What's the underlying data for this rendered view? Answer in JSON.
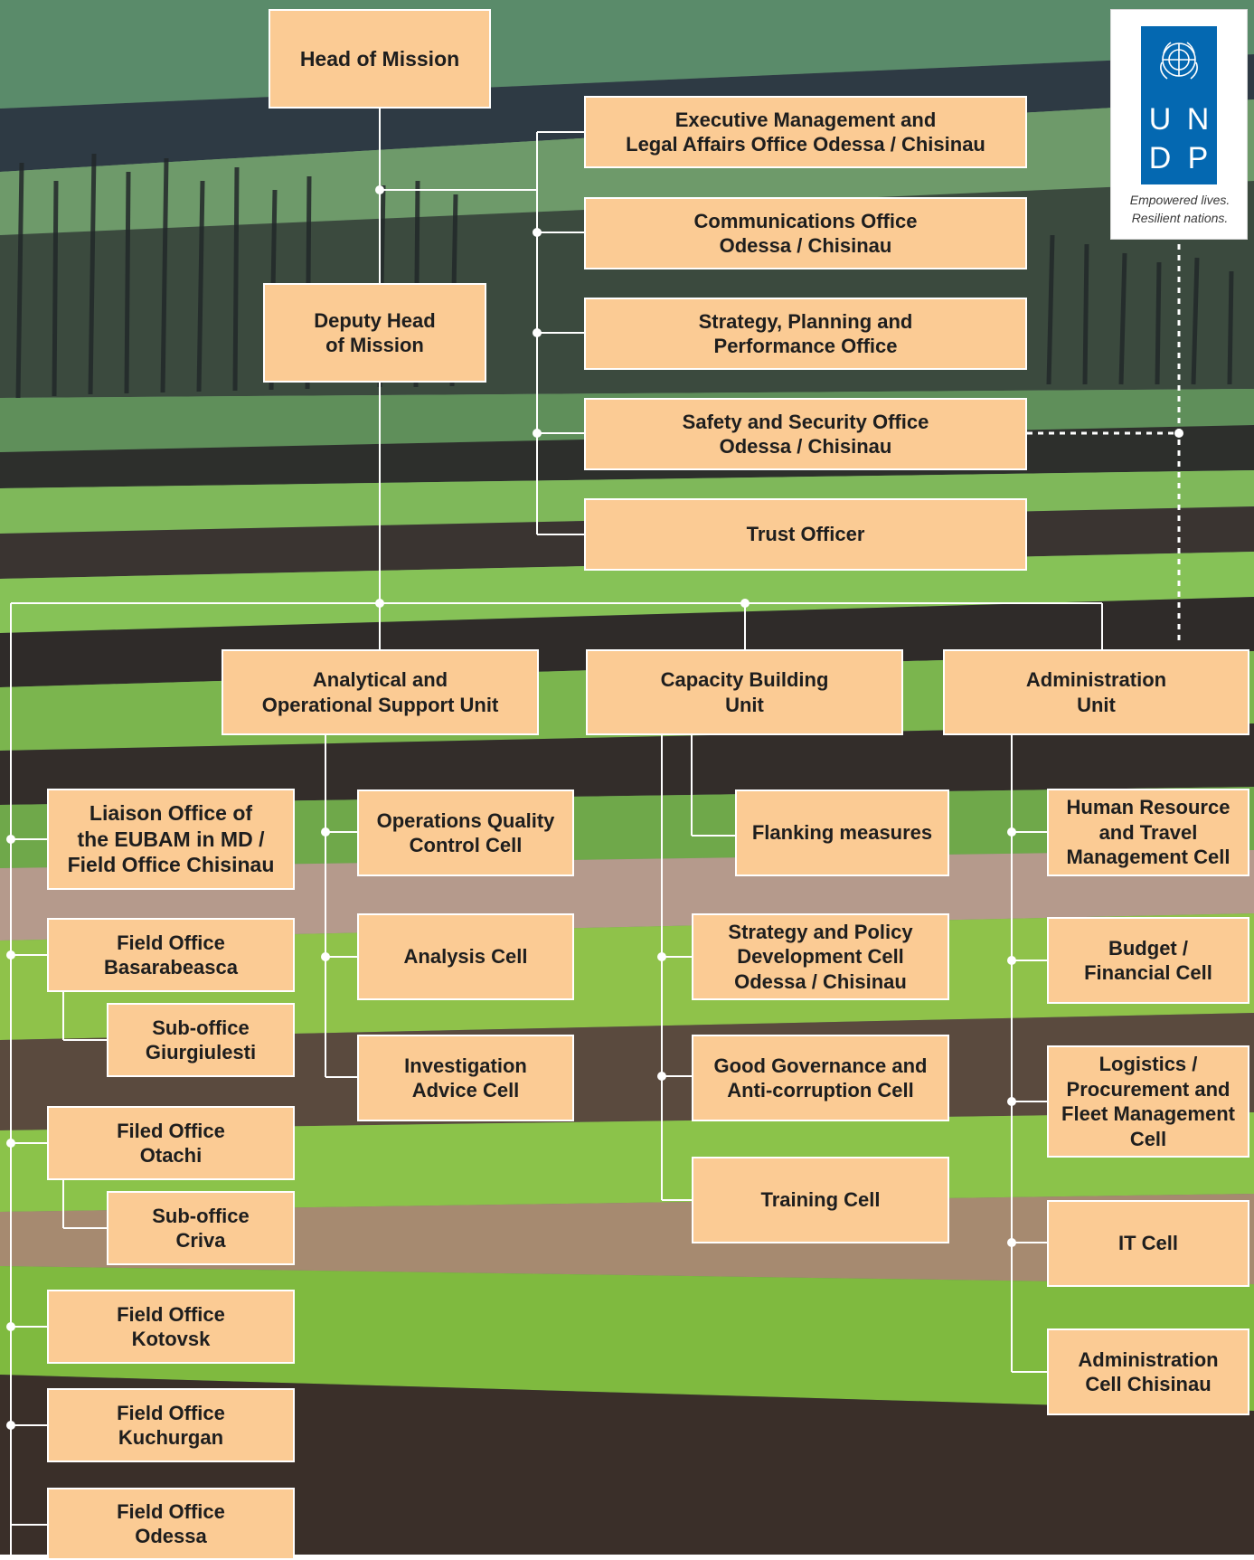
{
  "logo": {
    "letters": [
      "U",
      "N",
      "D",
      "P"
    ],
    "tagline_1": "Empowered lives.",
    "tagline_2": "Resilient nations.",
    "color": "#0468b1"
  },
  "box_color": "#fbcb94",
  "nodes": {
    "head": "Head of Mission",
    "deputy_1": "Deputy Head",
    "deputy_2": "of Mission",
    "exec_1": "Executive Management and",
    "exec_2": "Legal Affairs Office Odessa / Chisinau",
    "comm_1": "Communications Office",
    "comm_2": "Odessa / Chisinau",
    "strat_1": "Strategy, Planning and",
    "strat_2": "Performance Office",
    "safety_1": "Safety and Security Office",
    "safety_2": "Odessa / Chisinau",
    "trust": "Trust Officer",
    "aosu_1": "Analytical and",
    "aosu_2": "Operational Support Unit",
    "cbu_1": "Capacity Building",
    "cbu_2": "Unit",
    "admin_1": "Administration",
    "admin_2": "Unit",
    "liaison_1": "Liaison Office of",
    "liaison_2": "the EUBAM in MD /",
    "liaison_3": "Field Office Chisinau",
    "fo_bas_1": "Field Office",
    "fo_bas_2": "Basarabeasca",
    "so_giu_1": "Sub-office",
    "so_giu_2": "Giurgiulesti",
    "fo_ota_1": "Filed Office",
    "fo_ota_2": "Otachi",
    "so_cri_1": "Sub-office",
    "so_cri_2": "Criva",
    "fo_kot_1": "Field Office",
    "fo_kot_2": "Kotovsk",
    "fo_kuc_1": "Field Office",
    "fo_kuc_2": "Kuchurgan",
    "fo_ode_1": "Field Office",
    "fo_ode_2": "Odessa",
    "oqc_1": "Operations Quality",
    "oqc_2": "Control Cell",
    "analysis": "Analysis Cell",
    "invest_1": "Investigation",
    "invest_2": "Advice Cell",
    "flank": "Flanking measures",
    "spd_1": "Strategy and Policy",
    "spd_2": "Development Cell",
    "spd_3": "Odessa / Chisinau",
    "ggac_1": "Good Governance and",
    "ggac_2": "Anti-corruption Cell",
    "training": "Training Cell",
    "hr_1": "Human Resource",
    "hr_2": "and Travel",
    "hr_3": "Management Cell",
    "budget_1": "Budget /",
    "budget_2": "Financial Cell",
    "log_1": "Logistics /",
    "log_2": "Procurement and",
    "log_3": "Fleet Management",
    "log_4": "Cell",
    "it": "IT Cell",
    "acc_1": "Administration",
    "acc_2": "Cell Chisinau"
  }
}
